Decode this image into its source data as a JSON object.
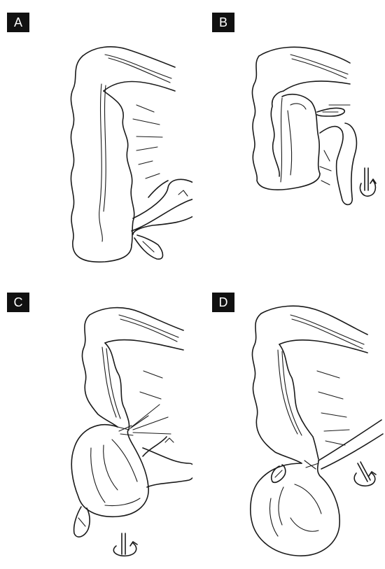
{
  "panels": [
    {
      "label": "A"
    },
    {
      "label": "B"
    },
    {
      "label": "C"
    },
    {
      "label": "D"
    }
  ],
  "colors": {
    "ink": "#1a1a1a",
    "label_bg": "#111111",
    "label_text": "#ffffff",
    "background": "#ffffff"
  },
  "icons": [
    "rotation-arrow-icon"
  ]
}
